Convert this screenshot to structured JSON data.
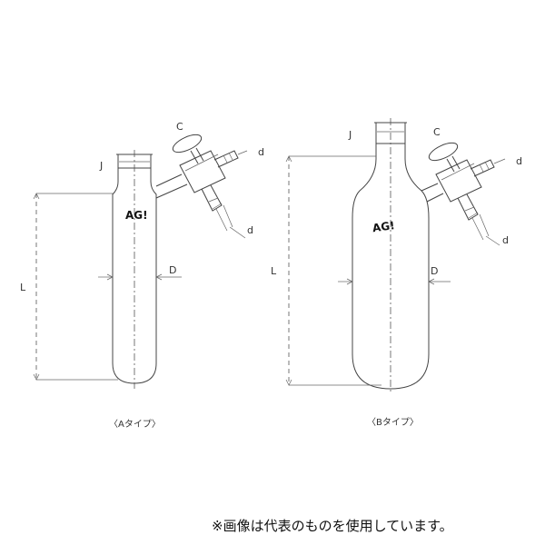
{
  "labels": {
    "J": "J",
    "C": "C",
    "d": "d",
    "L": "L",
    "D": "D"
  },
  "logo": "AG!",
  "captions": {
    "type_a": "〈Aタイプ〉",
    "type_b": "〈Bタイプ〉"
  },
  "note": "※画像は代表のものを使用しています。"
}
